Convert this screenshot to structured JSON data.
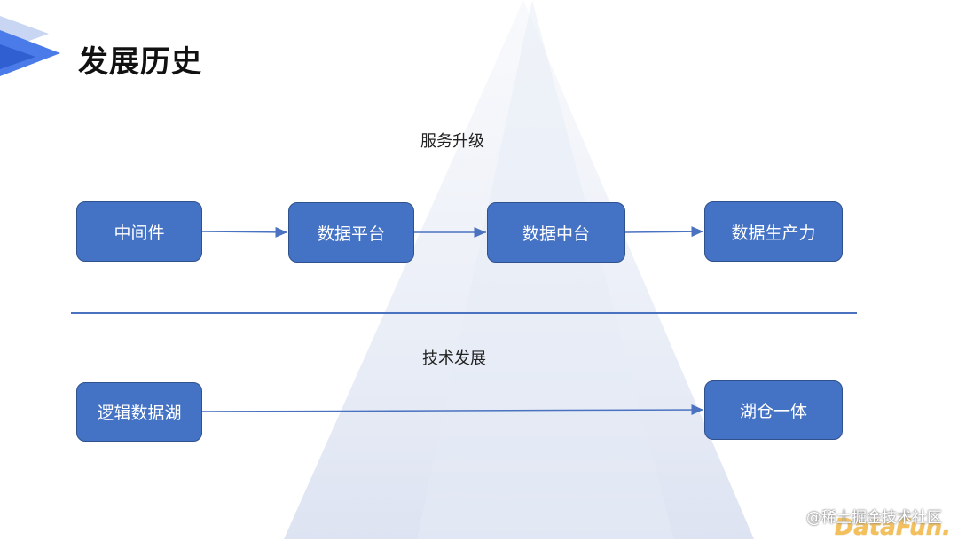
{
  "slide": {
    "title": "发展历史",
    "service_label": "服务升级",
    "tech_label": "技术发展"
  },
  "service_flow": [
    "中间件",
    "数据平台",
    "数据中台",
    "数据生产力"
  ],
  "tech_flow": [
    "逻辑数据湖",
    "湖仓一体"
  ],
  "watermark": {
    "text": "@稀土掘金技术社区",
    "logo_text": "DataFun."
  },
  "colors": {
    "node_fill": "#4472c4",
    "node_border": "#2f528f",
    "arrow": "#4a72c0",
    "logo": "#f2b640"
  }
}
